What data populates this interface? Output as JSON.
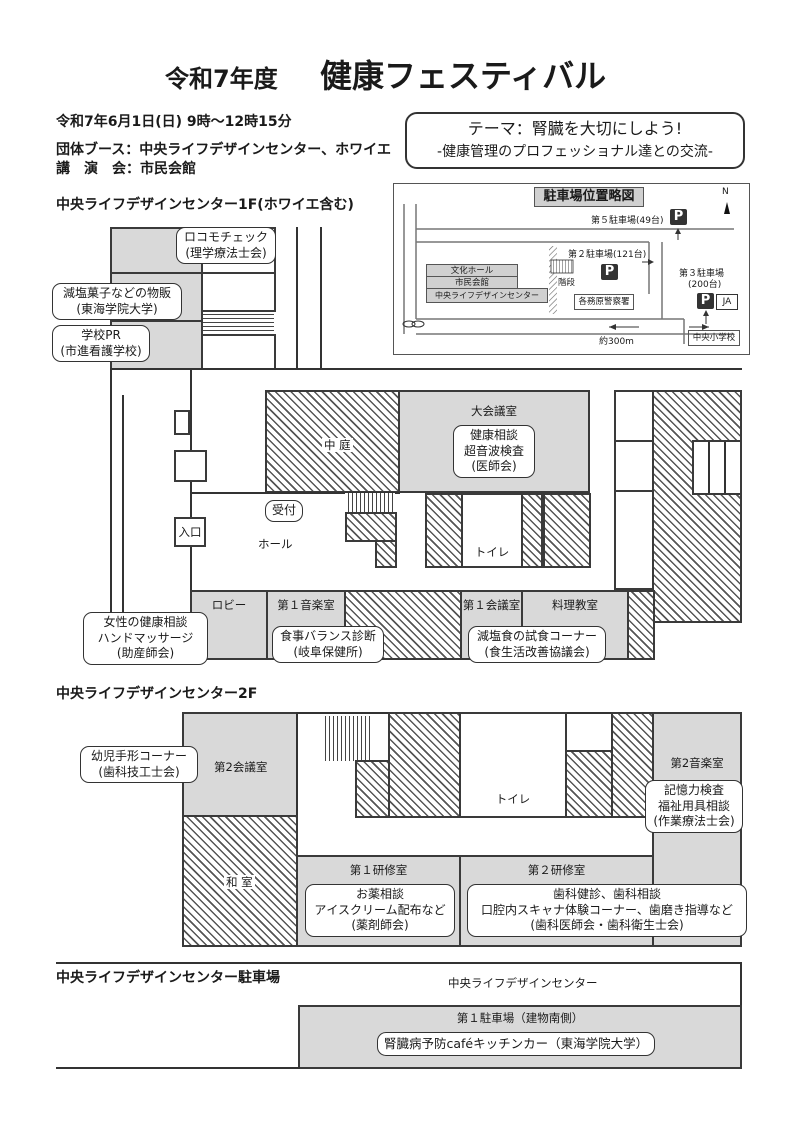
{
  "header": {
    "year_label": "令和7年度",
    "title": "健康フェスティバル",
    "date": "令和7年6月1日(日) 9時～12時15分",
    "booth_line": "団体ブース：中央ライフデザインセンター、ホワイエ",
    "lecture_line": "講　演　会：市民会館"
  },
  "theme": {
    "line1": "テーマ：腎臓を大切にしよう!",
    "line2": "-健康管理のプロフェッショナル達との交流-"
  },
  "parking_map": {
    "title": "駐車場位置略図",
    "north": "N",
    "lot5": "第５駐車場(49台)",
    "lot2": "第２駐車場(121台)",
    "lot3_line1": "第３駐車場",
    "lot3_line2": "(200台)",
    "p": "P",
    "ja": "JA",
    "bunka_hall": "文化ホール",
    "civic_hall": "市民会館",
    "center": "中央ライフデザインセンター",
    "stairs": "階段",
    "police": "各務原警察署",
    "school": "中央小学校",
    "distance": "約300m"
  },
  "floor1": {
    "heading": "中央ライフデザインセンター1F(ホワイエ含む)",
    "courtyard": "中 庭",
    "large_hall": "大会議室",
    "large_hall_booth": [
      "健康相談",
      "超音波検査",
      "(医師会)"
    ],
    "reception": "受付",
    "hall": "ホール",
    "entrance": "入口",
    "toilet": "トイレ",
    "lobby": "ロビー",
    "music1": "第１音楽室",
    "meeting1": "第１会議室",
    "cooking": "料理教室",
    "locomo": [
      "ロコモチェック",
      "(理学療法士会)"
    ],
    "salt_sweets": [
      "減塩菓子などの物販",
      "(東海学院大学)"
    ],
    "school_pr": [
      "学校PR",
      "(市進看護学校)"
    ],
    "women": [
      "女性の健康相談",
      "ハンドマッサージ",
      "(助産師会)"
    ],
    "diet": [
      "食事バランス診断",
      "(岐阜保健所)"
    ],
    "lowsalt": [
      "減塩食の試食コーナー",
      "(食生活改善協議会)"
    ]
  },
  "floor2": {
    "heading": "中央ライフデザインセンター2F",
    "meeting2": "第2会議室",
    "music2": "第2音楽室",
    "toilet": "トイレ",
    "washitsu": "和 室",
    "training1": "第１研修室",
    "training2": "第２研修室",
    "infant": [
      "幼児手形コーナー",
      "(歯科技工士会)"
    ],
    "memory": [
      "記憶力検査",
      "福祉用具相談",
      "(作業療法士会)"
    ],
    "medicine": [
      "お薬相談",
      "アイスクリーム配布など",
      "(薬剤師会)"
    ],
    "dental": [
      "歯科健診、歯科相談",
      "口腔内スキャナ体験コーナー、歯磨き指導など",
      "(歯科医師会・歯科衛生士会)"
    ]
  },
  "parking": {
    "heading": "中央ライフデザインセンター駐車場",
    "building": "中央ライフデザインセンター",
    "lot1": "第１駐車場（建物南側）",
    "kitchen_car": "腎臓病予防caféキッチンカー（東海学院大学）"
  }
}
